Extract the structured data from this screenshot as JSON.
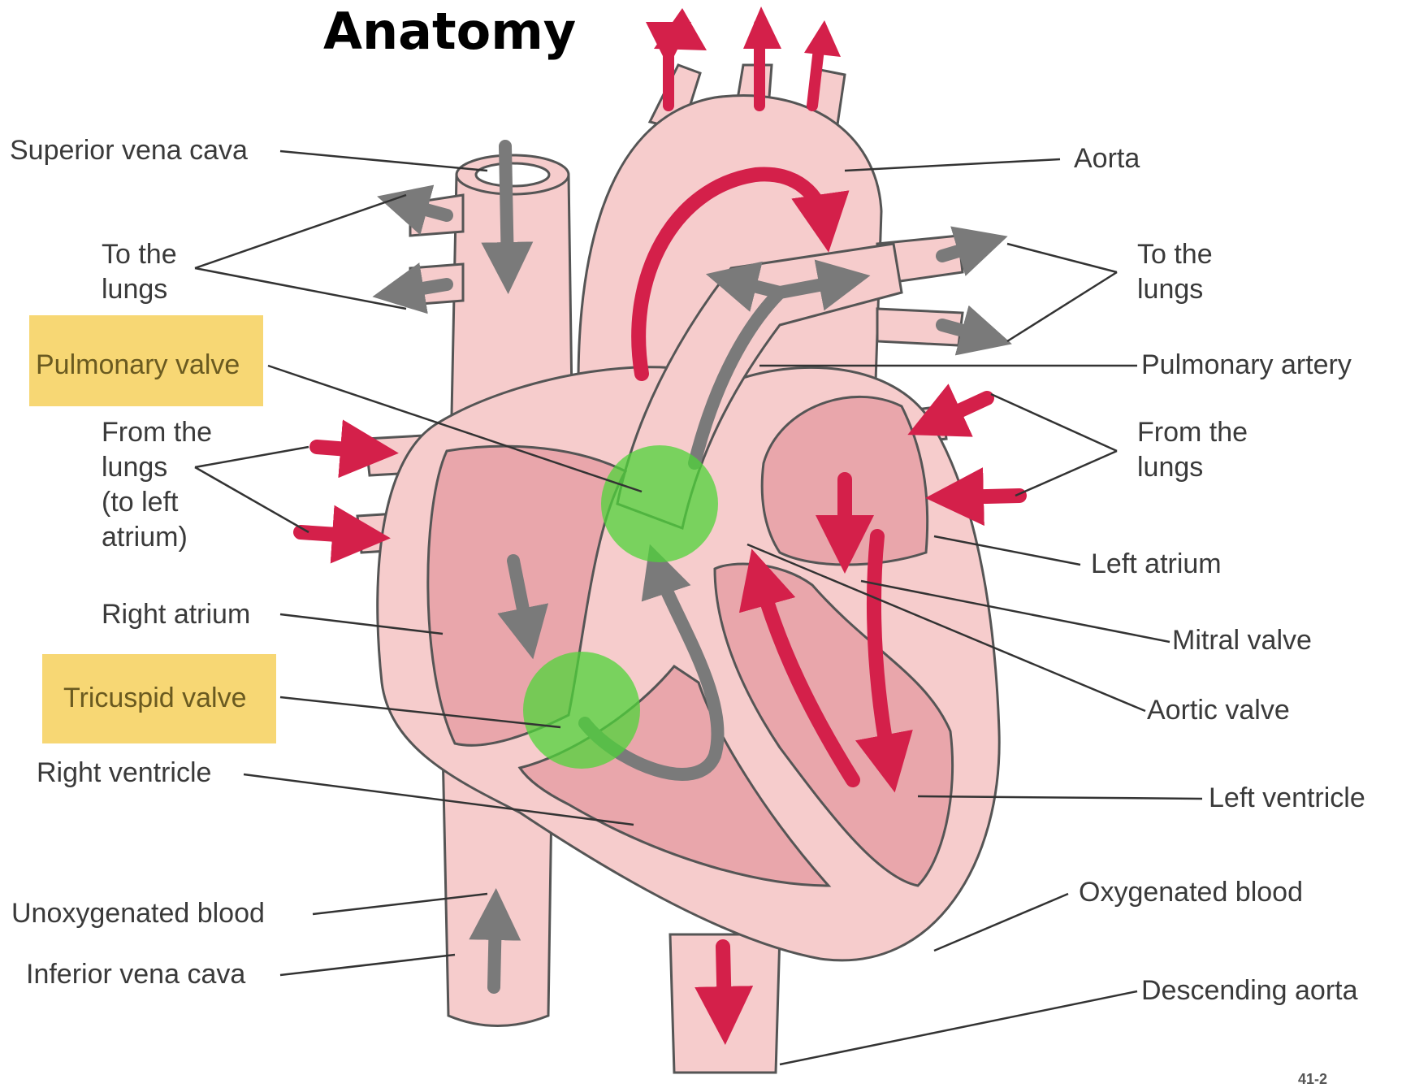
{
  "title": "Anatomy",
  "labels": {
    "superior_vena_cava": "Superior vena cava",
    "to_lungs_left": "To the\nlungs",
    "pulmonary_valve": "Pulmonary valve",
    "from_lungs_left": "From the\nlungs\n(to left\natrium)",
    "right_atrium": "Right atrium",
    "tricuspid_valve": "Tricuspid valve",
    "right_ventricle": "Right ventricle",
    "unoxygenated_blood": "Unoxygenated blood",
    "inferior_vena_cava": "Inferior vena cava",
    "aorta": "Aorta",
    "to_lungs_right": "To the\nlungs",
    "pulmonary_artery": "Pulmonary artery",
    "from_lungs_right": "From the\nlungs",
    "left_atrium": "Left atrium",
    "mitral_valve": "Mitral valve",
    "aortic_valve": "Aortic valve",
    "left_ventricle": "Left ventricle",
    "oxygenated_blood": "Oxygenated blood",
    "descending_aorta": "Descending aorta"
  },
  "page_number": "41-2",
  "colors": {
    "tissue": "#f6cccc",
    "chamber": "#e9a6ab",
    "oxygenated_arrow": "#d4204a",
    "deoxygenated_arrow": "#7a7a7a",
    "valve_highlight": "#4fd43a",
    "label_highlight": "#f7d774"
  }
}
